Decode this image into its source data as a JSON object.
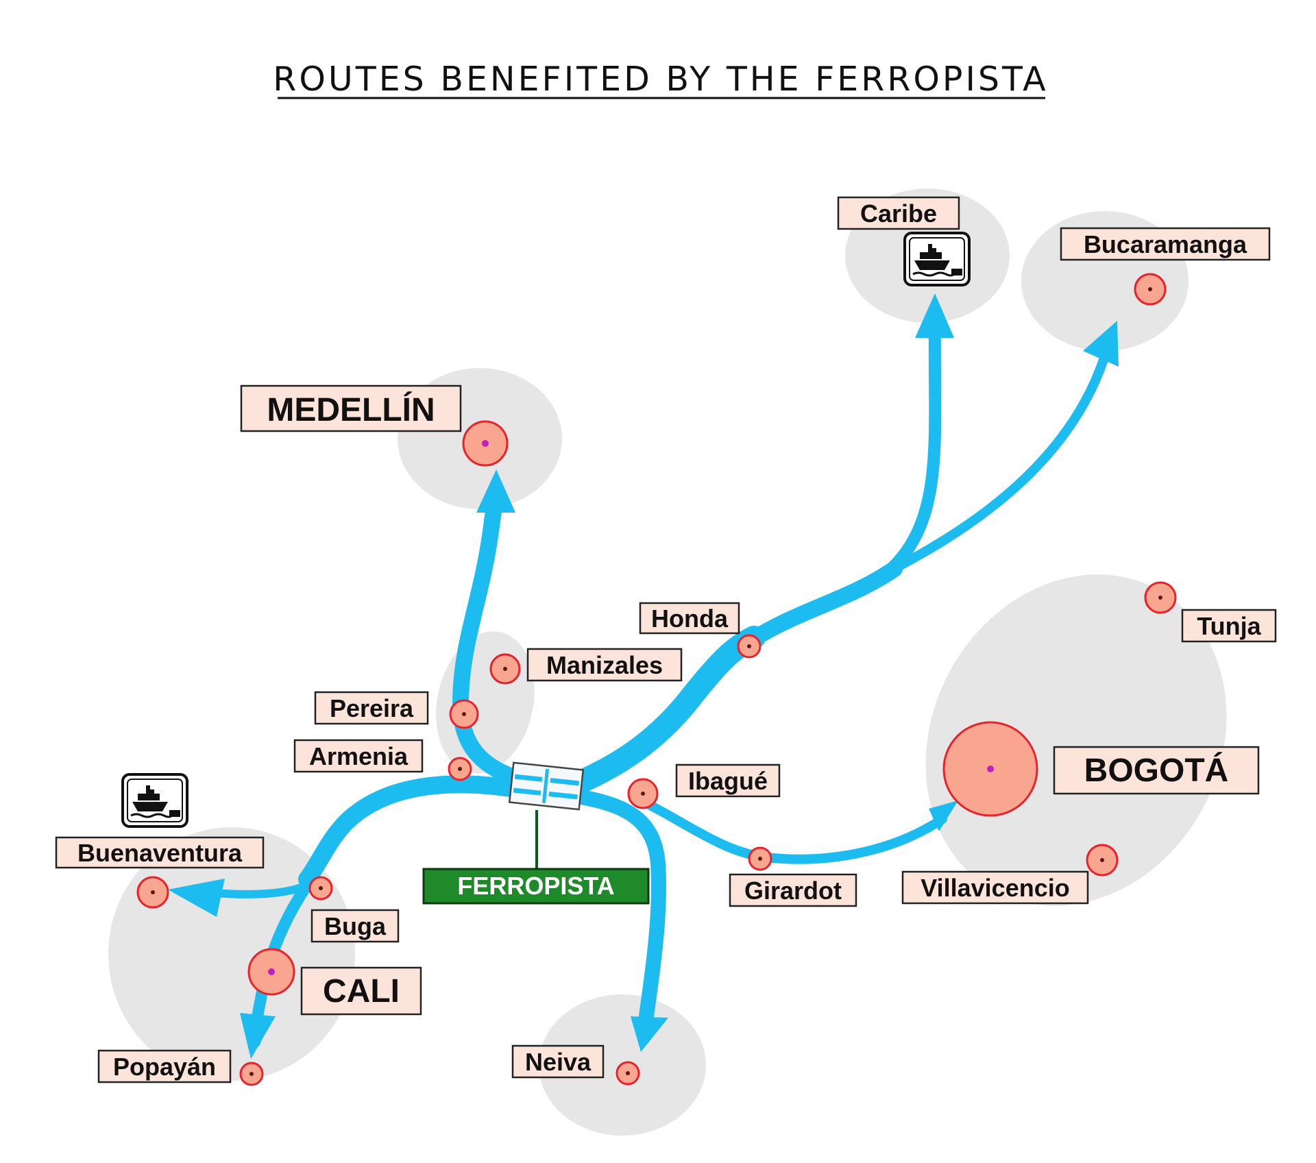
{
  "title": "ROUTES BENEFITED BY THE FERROPISTA",
  "hub": {
    "label": "FERROPISTA"
  },
  "cities": {
    "medellin": "MEDELLÍN",
    "caribe": "Caribe",
    "bucaramanga": "Bucaramanga",
    "honda": "Honda",
    "tunja": "Tunja",
    "manizales": "Manizales",
    "pereira": "Pereira",
    "armenia": "Armenia",
    "ibague": "Ibagué",
    "bogota": "BOGOTÁ",
    "buenaventura": "Buenaventura",
    "girardot": "Girardot",
    "villavicencio": "Villavicencio",
    "buga": "Buga",
    "cali": "CALI",
    "popayan": "Popayán",
    "neiva": "Neiva"
  },
  "icons": {
    "port": "ship-icon"
  },
  "colors": {
    "route": "#1cbcf0",
    "zone": "#e6e6e6",
    "city_fill": "#f9a690",
    "city_stroke": "#e8222a",
    "label_fill": "#fce4da",
    "hub_fill": "#1e8a2a"
  }
}
